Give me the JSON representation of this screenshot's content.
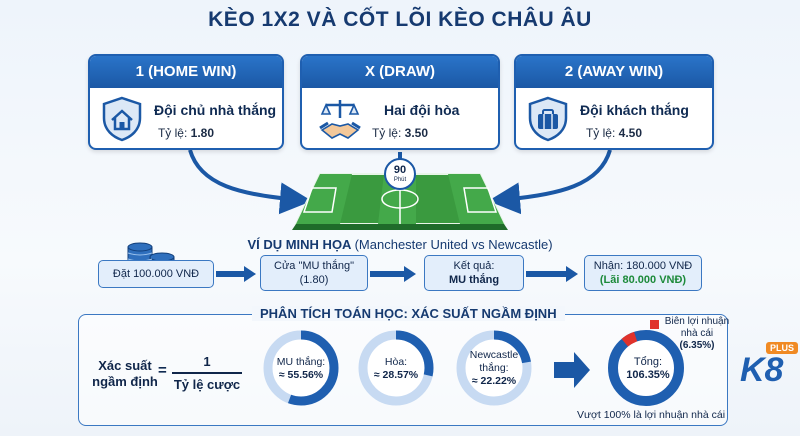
{
  "title": "KÈO 1X2 VÀ CỐT LÕI KÈO CHÂU ÂU",
  "colors": {
    "primary": "#1b58a5",
    "accent": "#2a74c9",
    "ring_bg": "#c7daf2",
    "ring_fill": "#1f5fb0",
    "profit_red": "#e0322c",
    "green": "#1c8a3a"
  },
  "cards": [
    {
      "header": "1 (HOME WIN)",
      "icon": "home-shield-icon",
      "outcome": "Đội chủ nhà thắng",
      "odds_label": "Tỷ lệ:",
      "odds": "1.80"
    },
    {
      "header": "X (DRAW)",
      "icon": "scales-handshake-icon",
      "outcome": "Hai đội hòa",
      "odds_label": "Tỷ lệ:",
      "odds": "3.50"
    },
    {
      "header": "2 (AWAY WIN)",
      "icon": "suitcase-shield-icon",
      "outcome": "Đội khách thắng",
      "odds_label": "Tỷ lệ:",
      "odds": "4.50"
    }
  ],
  "field": {
    "minutes": "90",
    "unit": "Phút"
  },
  "example": {
    "title": "VÍ DỤ MINH HỌA",
    "match": "(Manchester United vs Newcastle)",
    "stake": "Đặt 100.000 VNĐ",
    "bet_line1": "Cửa \"MU thắng\"",
    "bet_line2": "(1.80)",
    "result_line1": "Kết quả:",
    "result_line2": "MU thắng",
    "receive": "Nhận: 180.000 VNĐ",
    "profit": "(Lãi 80.000 VNĐ)"
  },
  "analysis": {
    "title": "PHÂN TÍCH TOÁN HỌC: XÁC SUẤT NGẦM ĐỊNH",
    "lhs_line1": "Xác suất",
    "lhs_line2": "ngầm định",
    "equals": "=",
    "numerator": "1",
    "denominator": "Tỷ lệ cược",
    "rings": [
      {
        "label_line1": "MU thắng:",
        "label_line2": "≈ 55.56%",
        "value": 55.56
      },
      {
        "label_line1": "Hòa:",
        "label_line2": "≈ 28.57%",
        "value": 28.57
      },
      {
        "label_line1": "Newcastle",
        "label_line2": "thắng:",
        "label_line3": "≈ 22.22%",
        "value": 22.22
      }
    ],
    "total_label": "Tổng:",
    "total_value": "106.35%",
    "margin_line1": "Biên lợi nhuận",
    "margin_line2": "nhà cái",
    "margin_value": "(6.35%)",
    "footer": "Vượt 100% là lợi nhuận nhà cái"
  },
  "brand": {
    "name": "K8",
    "tag": "PLUS"
  }
}
